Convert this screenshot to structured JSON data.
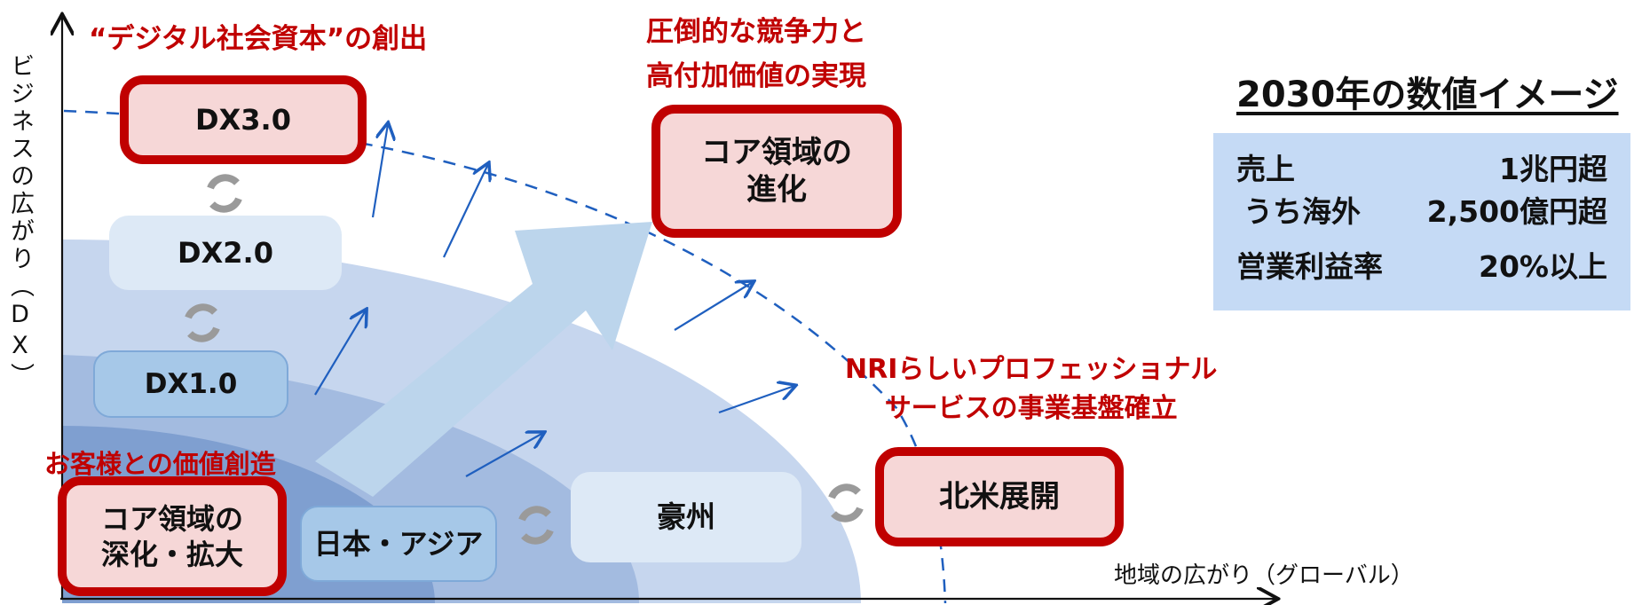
{
  "labels": {
    "dx3": "DX3.0",
    "dx2": "DX2.0",
    "dx1": "DX1.0",
    "core_evo": "コア領域の\n進化",
    "core_deep": "コア領域の\n深化・拡大",
    "japan_asia": "日本・アジア",
    "australia": "豪州",
    "north_america": "北米展開"
  },
  "captions": {
    "digital_capital": "“デジタル社会資本”の創出",
    "competitive": "圧倒的な競争力と\n高付加価値の実現",
    "nri_professional": "NRIらしいプロフェッショナル\nサービスの事業基盤確立",
    "customer_value": "お客様との価値創造"
  },
  "axes": {
    "y_label": "ビジネスの広がり（DX）",
    "x_label": "地域の広がり（グローバル）"
  },
  "panel": {
    "title": "2030年の数値イメージ",
    "rows": [
      {
        "label": "売上",
        "value": "1兆円超"
      },
      {
        "label": "うち海外",
        "value": "2,500億円超"
      },
      {
        "label": "営業利益率",
        "value": "20%以上"
      }
    ]
  },
  "colors": {
    "accent_red": "#c00000",
    "arc_dark": "#7f9fd0",
    "arc_mid": "#a3bbe0",
    "arc_light": "#c6d6ee",
    "panel_bg": "#c5daf5"
  },
  "icons": [
    "cycle-arrows-icon"
  ]
}
